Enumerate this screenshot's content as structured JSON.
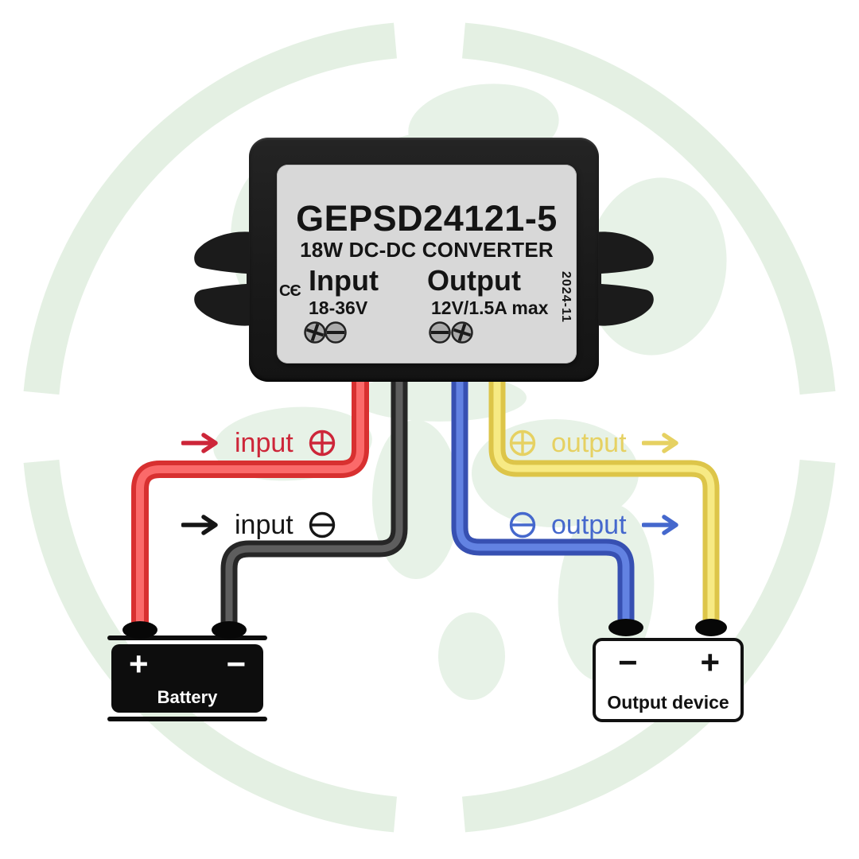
{
  "converter": {
    "model": "GEPSD24121-5",
    "subtitle": "18W DC-DC CONVERTER",
    "input": {
      "label": "Input",
      "spec": "18-36V"
    },
    "output": {
      "label": "Output",
      "spec": "12V/1.5A max"
    },
    "ce_mark": "CЄ",
    "date_code": "2024-11"
  },
  "wiring": {
    "input_positive": {
      "label": "input",
      "polarity": "+",
      "wire_color": "#e04040",
      "label_color": "#cd2639"
    },
    "input_negative": {
      "label": "input",
      "polarity": "−",
      "wire_color": "#333333",
      "label_color": "#161616"
    },
    "output_positive": {
      "label": "output",
      "polarity": "+",
      "wire_color": "#eddc5e",
      "label_color": "#e6d162"
    },
    "output_negative": {
      "label": "output",
      "polarity": "−",
      "wire_color": "#4566cc",
      "label_color": "#4568cd"
    }
  },
  "battery": {
    "label": "Battery",
    "positive_terminal": "+",
    "negative_terminal": "−"
  },
  "output_device": {
    "label": "Output device",
    "positive_terminal": "+",
    "negative_terminal": "−"
  },
  "background": {
    "watermark_color": "#e4f0e3"
  }
}
